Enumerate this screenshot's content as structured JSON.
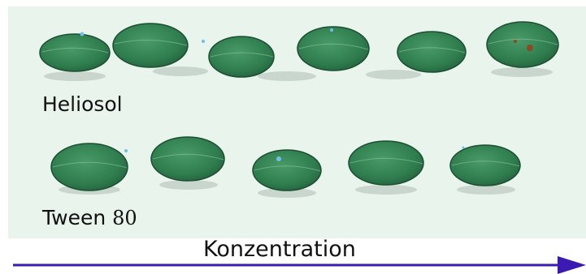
{
  "rows": [
    {
      "label_word": "Heliosol",
      "label_number": ""
    },
    {
      "label_word": "Tween",
      "label_number": "80"
    }
  ],
  "axis": {
    "label": "Konzentration"
  },
  "colors": {
    "panel_background": "#e9f4ec",
    "droplet_fill": "#2f7d4e",
    "droplet_stroke": "#1c4f32",
    "shadow": "#c9d6cd",
    "arrow": "#3a1ab0"
  }
}
